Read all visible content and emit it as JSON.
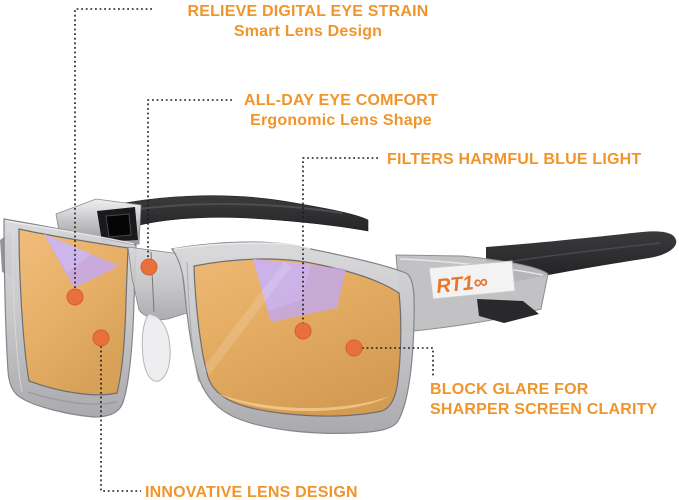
{
  "product": {
    "name": "blue light blocking glasses",
    "logo_text": "RT1∞"
  },
  "colors": {
    "label_orange": "#F0952B",
    "marker_orange": "#E8703B",
    "marker_rim": "#D85F2C",
    "connector": "#1A1A1A",
    "logo_orange": "#E8762F",
    "lens_amber": "#E2A95F",
    "lens_purple": "#C2A8EE",
    "frame_gray": "#C2C2C5",
    "temple_black": "#2B2B2D"
  },
  "annotations": [
    {
      "id": "relieve",
      "line1": "RELIEVE DIGITAL EYE STRAIN",
      "line2": "Smart Lens Design"
    },
    {
      "id": "comfort",
      "line1": "ALL-DAY EYE COMFORT",
      "line2": "Ergonomic Lens Shape"
    },
    {
      "id": "filters",
      "line1": "FILTERS HARMFUL BLUE LIGHT",
      "line2": ""
    },
    {
      "id": "glare",
      "line1": "BLOCK GLARE FOR",
      "line2": "SHARPER SCREEN CLARITY"
    },
    {
      "id": "innovative",
      "line1": "INNOVATIVE LENS DESIGN",
      "line2": ""
    }
  ]
}
